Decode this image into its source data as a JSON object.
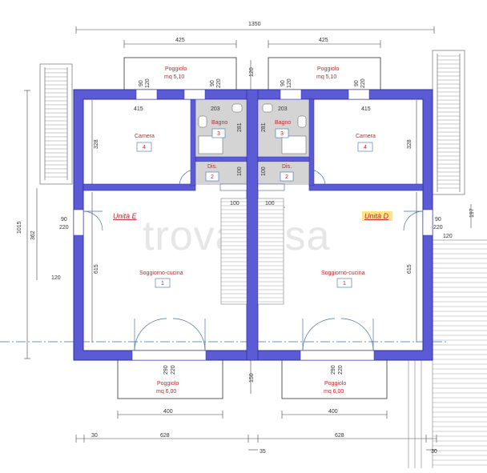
{
  "watermark": "trovacasa",
  "dimensions": {
    "total_width": "1350",
    "balcony_top_left": "425",
    "balcony_top_right": "425",
    "bottom_left": "628",
    "bottom_right": "628",
    "bottom_left_offset": "30",
    "bottom_right_offset": "30",
    "bottom_center": "35",
    "balcony_bottom_left": "400",
    "balcony_bottom_right": "400",
    "total_height": "1015",
    "left_stair_height": "362",
    "left_stair_width": "120",
    "right_stair_width": "120",
    "camera_height_left": "328",
    "camera_height_right": "328",
    "soggiorno_height_left": "615",
    "soggiorno_height_right": "615",
    "camera_width_left": "415",
    "camera_width_right": "415",
    "bagno_width_left": "203",
    "bagno_width_right": "203",
    "bagno_height_left": "281",
    "bagno_height_right": "281",
    "dis_width_left": "100",
    "dis_width_right": "100",
    "stair_width_left": "100",
    "stair_width_right": "100",
    "top_center": "120",
    "bottom_center_vertical": "150",
    "window_w": "90",
    "window_h": "120",
    "door_w": "90",
    "door_h": "220",
    "bottom_door_w": "290",
    "bottom_door_h": "220",
    "right_edge_label": "197"
  },
  "rooms": {
    "poggiolo_top_left": {
      "name": "Poggiolo",
      "area": "mq 5,10"
    },
    "poggiolo_top_right": {
      "name": "Poggiolo",
      "area": "mq 5,10"
    },
    "camera_left": {
      "name": "Camera",
      "number": "4"
    },
    "camera_right": {
      "name": "Camera",
      "number": "4"
    },
    "bagno_left": {
      "name": "Bagno",
      "number": "3"
    },
    "bagno_right": {
      "name": "Bagno",
      "number": "3"
    },
    "dis_left": {
      "name": "Dis.",
      "number": "2"
    },
    "dis_right": {
      "name": "Dis.",
      "number": "2"
    },
    "soggiorno_left": {
      "name": "Soggiorno-cucina",
      "number": "1"
    },
    "soggiorno_right": {
      "name": "Soggiorno-cucina",
      "number": "1"
    },
    "poggiolo_bottom_left": {
      "name": "Poggiolo",
      "area": "mq 6,00"
    },
    "poggiolo_bottom_right": {
      "name": "Poggiolo",
      "area": "mq 6,00"
    }
  },
  "units": {
    "left": "Unità E",
    "right": "Unità D"
  },
  "colors": {
    "wall": "#5b5bd6",
    "wall_dark": "#2f2f9e",
    "dim_line": "#444444",
    "label": "#c1272d",
    "bath_fill": "#cfcfcf",
    "unit_highlight": "#ffe680"
  }
}
